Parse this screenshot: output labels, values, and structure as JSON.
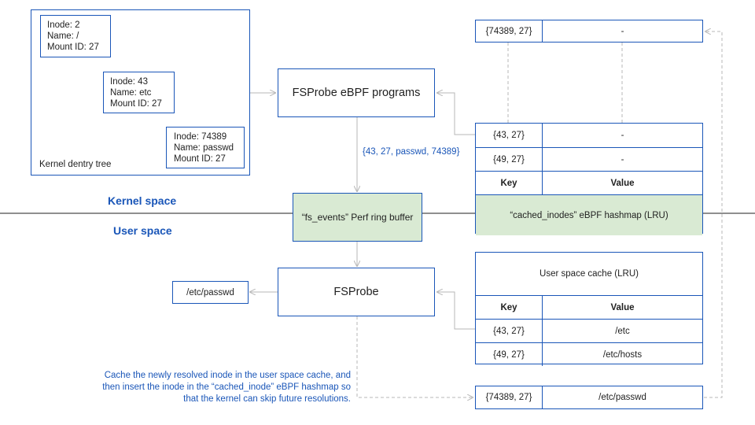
{
  "dentry_tree": {
    "label": "Kernel dentry tree",
    "nodes": [
      {
        "inode": "Inode: 2",
        "name": "Name: /",
        "mount": "Mount ID: 27"
      },
      {
        "inode": "Inode: 43",
        "name": "Name: etc",
        "mount": "Mount ID: 27"
      },
      {
        "inode": "Inode: 74389",
        "name": "Name: passwd",
        "mount": "Mount ID: 27"
      }
    ]
  },
  "ebpf_programs": "FSProbe eBPF programs",
  "event_label": "{43, 27, passwd, 74389}",
  "ring_buffer": "“fs_events” Perf ring buffer",
  "kernel_space": "Kernel space",
  "user_space": "User space",
  "fsprobe": "FSProbe",
  "output_path": "/etc/passwd",
  "kernel_map": {
    "title": "“cached_inodes” eBPF hashmap (LRU)",
    "key_header": "Key",
    "value_header": "Value",
    "top_row": {
      "key": "{74389, 27}",
      "value": "-"
    },
    "rows": [
      {
        "key": "{43, 27}",
        "value": "-"
      },
      {
        "key": "{49, 27}",
        "value": "-"
      }
    ]
  },
  "user_cache": {
    "title": "User space cache (LRU)",
    "key_header": "Key",
    "value_header": "Value",
    "rows": [
      {
        "key": "{43, 27}",
        "value": "/etc"
      },
      {
        "key": "{49, 27}",
        "value": "/etc/hosts"
      }
    ],
    "new_row": {
      "key": "{74389, 27}",
      "value": "/etc/passwd"
    }
  },
  "note": "Cache the newly resolved inode in the user space cache, and then insert the inode in the “cached_inode” eBPF hashmap so that the kernel can skip future resolutions.",
  "colors": {
    "border": "#1a56b8",
    "arrow": "#b7b7b7",
    "fill": "#d9ead3",
    "accent_text": "#1a56b8"
  }
}
